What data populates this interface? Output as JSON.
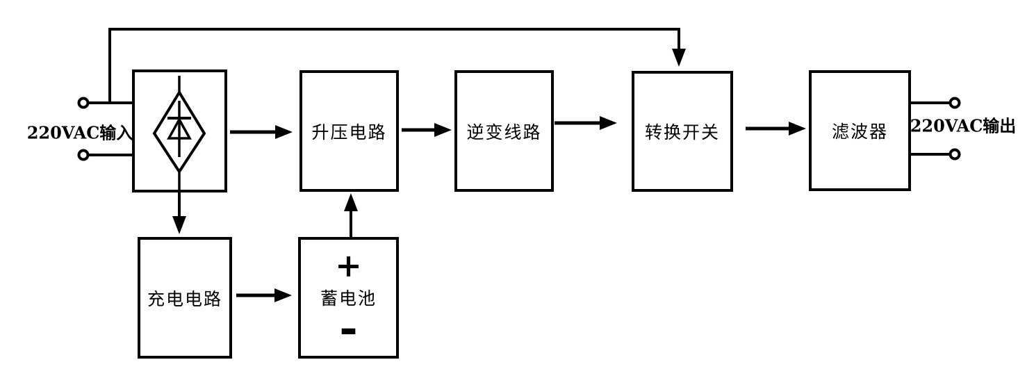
{
  "colors": {
    "stroke": "#000000",
    "background": "#ffffff",
    "text": "#000000"
  },
  "io": {
    "input_label": "220VAC输入",
    "output_label": "220VAC输出"
  },
  "blocks": {
    "rectifier": {
      "label": "",
      "icon": "diode-in-diamond-rectifier"
    },
    "boost": {
      "label": "升压电路"
    },
    "inverter": {
      "label": "逆变线路"
    },
    "transfer": {
      "label": "转换开关"
    },
    "filter": {
      "label": "滤波器"
    },
    "charger": {
      "label": "充电电路"
    },
    "battery": {
      "label": "蓄电池",
      "plus": "+",
      "minus": "-"
    }
  },
  "connections": [
    {
      "from": "ac-input",
      "to": "rectifier",
      "style": "wire"
    },
    {
      "from": "ac-input",
      "to": "transfer",
      "style": "bypass-arrow-over-top"
    },
    {
      "from": "rectifier",
      "to": "boost",
      "style": "arrow"
    },
    {
      "from": "boost",
      "to": "inverter",
      "style": "arrow"
    },
    {
      "from": "inverter",
      "to": "transfer",
      "style": "arrow"
    },
    {
      "from": "transfer",
      "to": "filter",
      "style": "arrow"
    },
    {
      "from": "filter",
      "to": "ac-output",
      "style": "wire"
    },
    {
      "from": "rectifier",
      "to": "charger",
      "style": "arrow-down"
    },
    {
      "from": "charger",
      "to": "battery",
      "style": "arrow"
    },
    {
      "from": "battery",
      "to": "boost",
      "style": "arrow-up"
    }
  ]
}
